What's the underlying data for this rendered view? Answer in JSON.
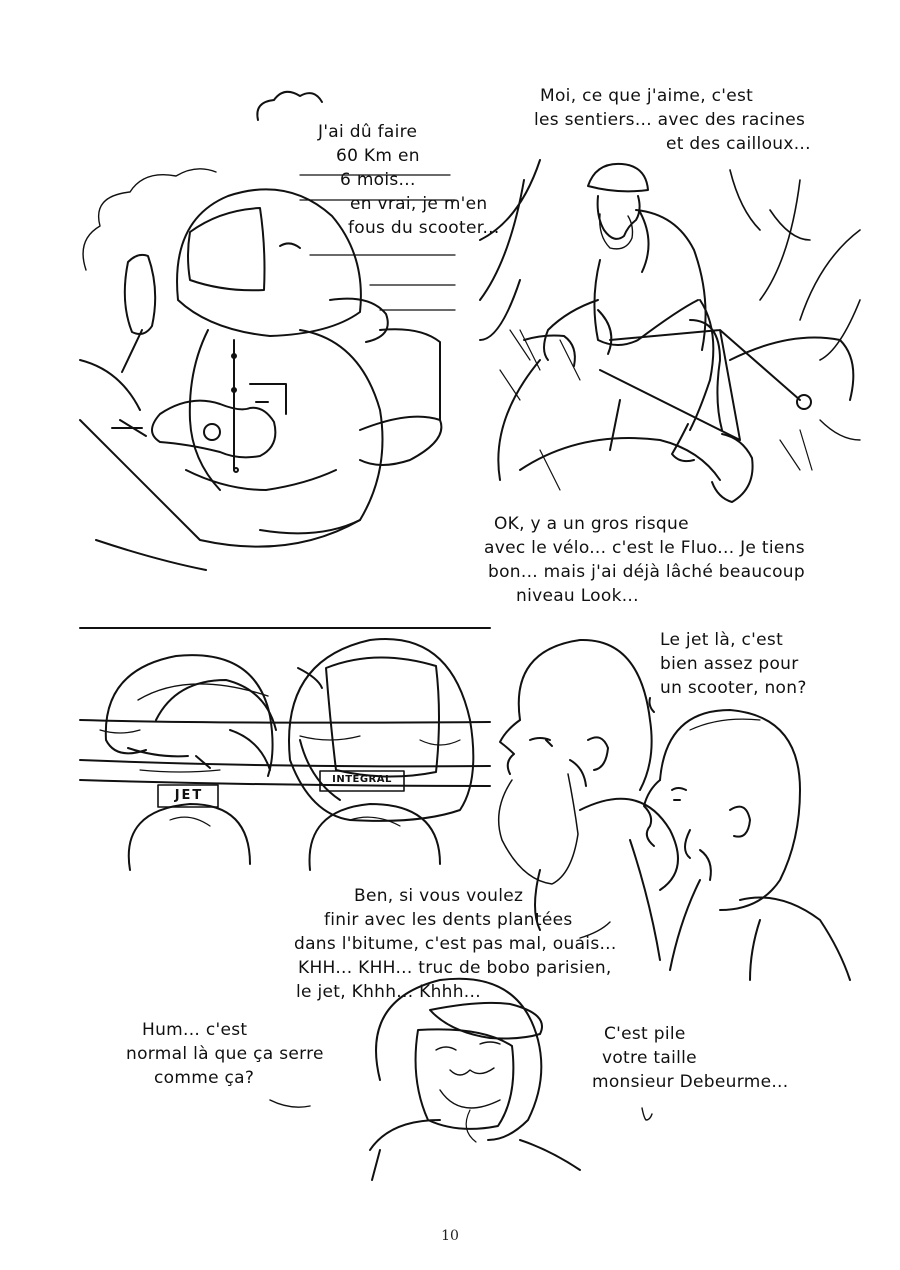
{
  "page_number": "10",
  "panel1": {
    "speech": [
      "J'ai dû faire",
      "60 Km en",
      "6 mois...",
      "en vrai, je m'en",
      "fous du scooter..."
    ]
  },
  "panel2": {
    "speech_top": [
      "Moi, ce que j'aime, c'est",
      "les sentiers... avec des racines",
      "et des cailloux..."
    ],
    "speech_bottom": [
      "OK, y a un gros risque",
      "avec le vélo... c'est le Fluo... Je tiens",
      "bon... mais j'ai déjà lâché beaucoup",
      "niveau Look..."
    ]
  },
  "panel3": {
    "label_jet": "JET",
    "label_integral": "INTEGRAL"
  },
  "panel4": {
    "speech_top": [
      "Le jet là, c'est",
      "bien assez pour",
      "un scooter, non?"
    ],
    "speech_bottom": [
      "Ben, si vous voulez",
      "finir avec les dents plantées",
      "dans l'bitume, c'est pas mal, ouais...",
      "KHH... KHH... truc de bobo parisien,",
      "le jet, Khhh... Khhh..."
    ]
  },
  "panel5": {
    "speech_left": [
      "Hum... c'est",
      "normal là que ça serre",
      "comme ça?"
    ],
    "speech_right": [
      "C'est pile",
      "votre taille",
      "monsieur Debeurme..."
    ]
  }
}
